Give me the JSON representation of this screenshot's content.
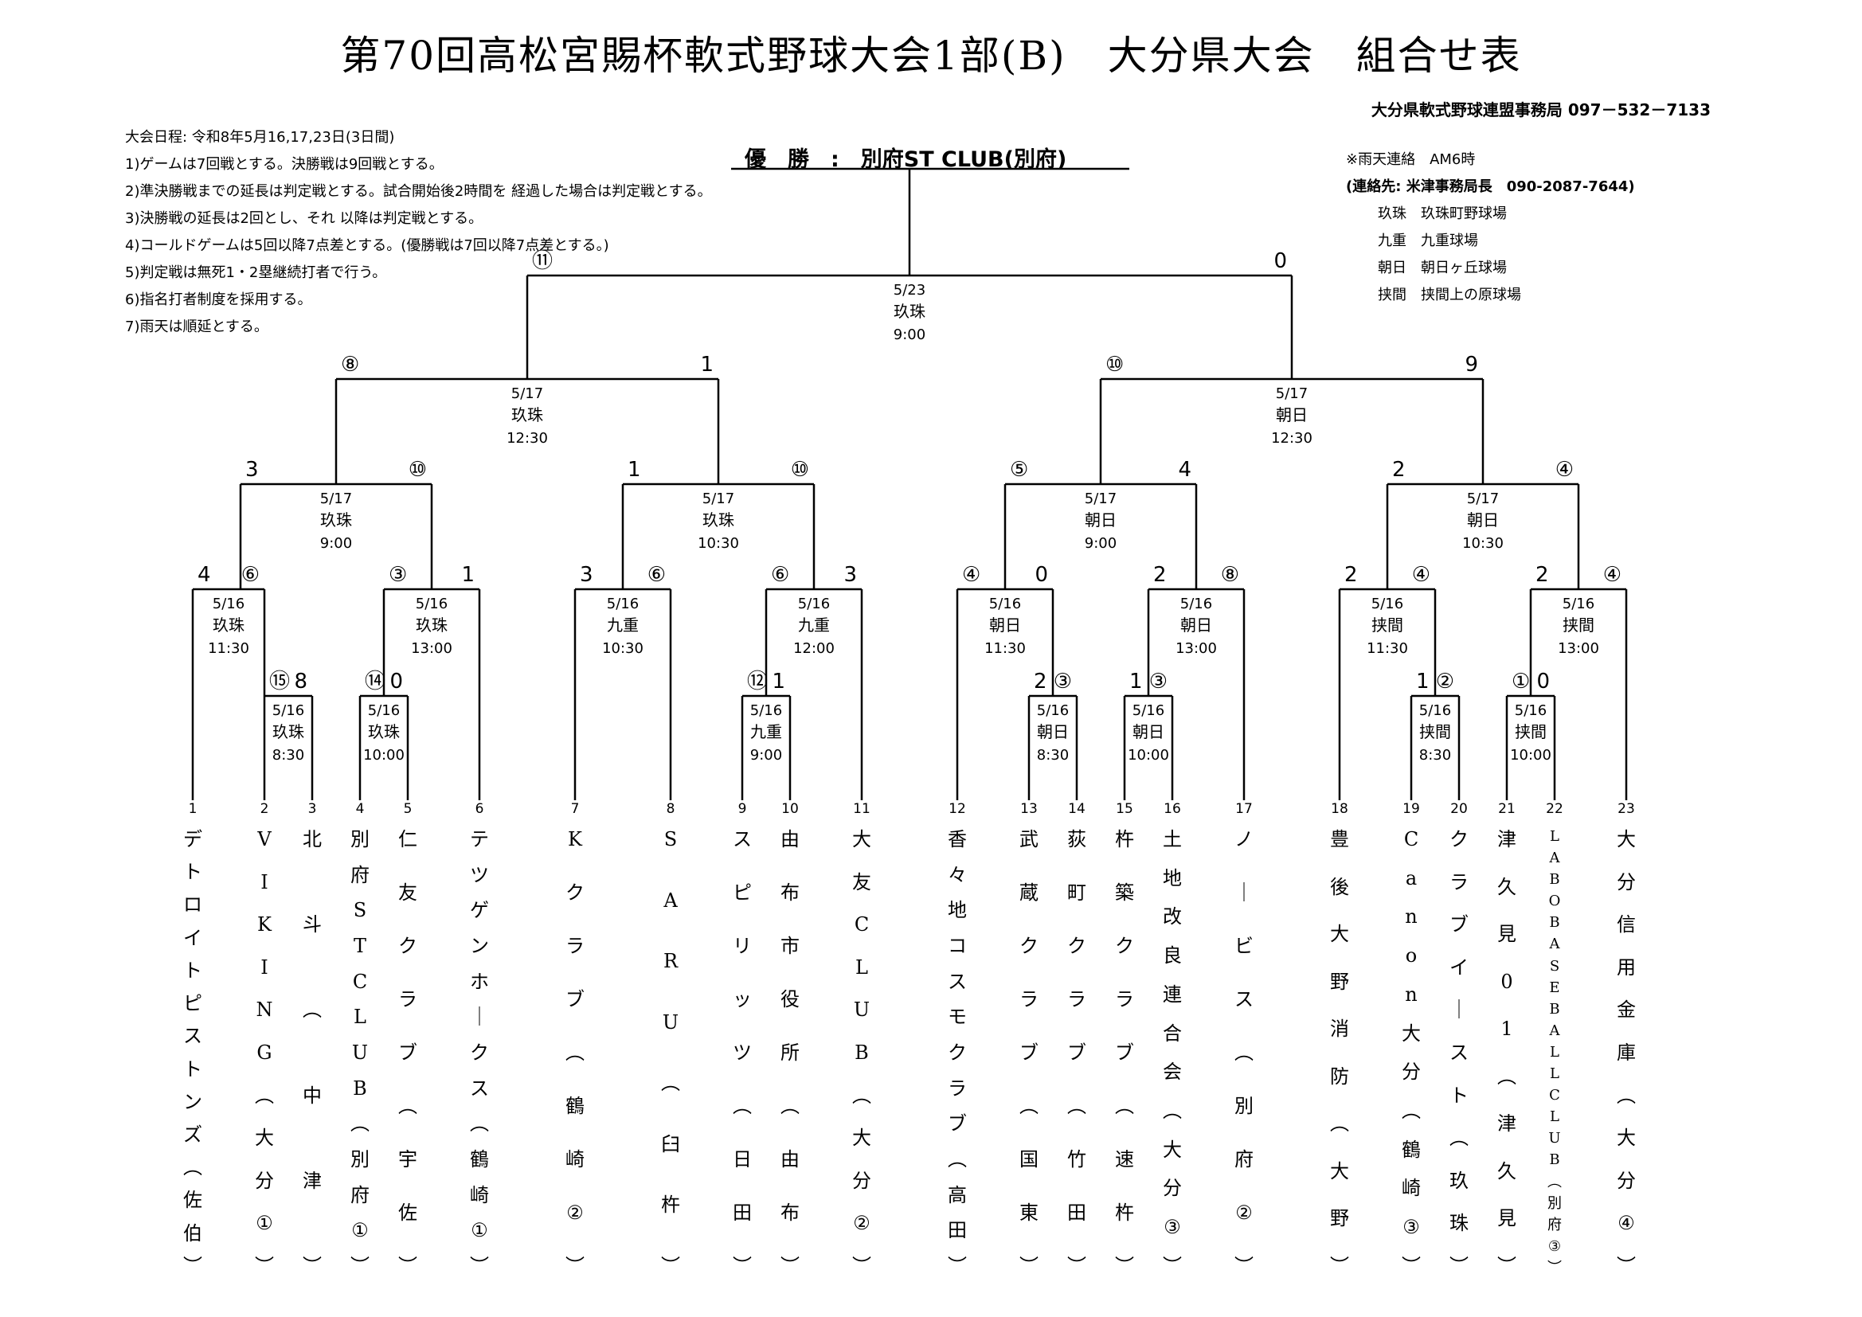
{
  "header": {
    "title": "第70回高松宮賜杯軟式野球大会1部(B)　大分県大会　組合せ表",
    "contact": "大分県軟式野球連盟事務局 097－532－7133"
  },
  "rules": [
    "大会日程: 令和8年5月16,17,23日(3日間)",
    "1)ゲームは7回戦とする。決勝戦は9回戦とする。",
    "2)準決勝戦までの延長は判定戦とする。試合開始後2時間を 経過した場合は判定戦とする。",
    "3)決勝戦の延長は2回とし、それ 以降は判定戦とする。",
    "4)コールドゲームは5回以降7点差とする。(優勝戦は7回以降7点差とする。)",
    "5)判定戦は無死1・2塁継続打者で行う。",
    "6)指名打者制度を採用する。",
    "7)雨天は順延とする。"
  ],
  "rain_contact": {
    "line1": "※雨天連絡　AM6時",
    "line2": "(連絡先: 米津事務局長　090-2087-7644)",
    "venues": [
      "玖珠　玖珠町野球場",
      "九重　九重球場",
      "朝日　朝日ヶ丘球場",
      "挟間　挟間上の原球場"
    ]
  },
  "champion": "優　勝　:　別府ST CLUB(別府)",
  "teams": [
    {
      "num": "1",
      "chars": [
        "デ",
        "ト",
        "ロ",
        "イ",
        "ト",
        "ピ",
        "ス",
        "ト",
        "ン",
        "ズ",
        "(",
        "佐",
        "伯",
        ")"
      ]
    },
    {
      "num": "2",
      "chars": [
        "V",
        "I",
        "K",
        "I",
        "N",
        "G",
        "(",
        "大",
        "分",
        "①",
        ")"
      ]
    },
    {
      "num": "3",
      "chars": [
        "北",
        "斗",
        "(",
        "中",
        "津",
        ")"
      ]
    },
    {
      "num": "4",
      "chars": [
        "別",
        "府",
        "S",
        "T",
        "C",
        "L",
        "U",
        "B",
        "(",
        "別",
        "府",
        "①",
        ")"
      ]
    },
    {
      "num": "5",
      "chars": [
        "仁",
        "友",
        "ク",
        "ラ",
        "ブ",
        "(",
        "宇",
        "佐",
        ")"
      ]
    },
    {
      "num": "6",
      "chars": [
        "テ",
        "ツ",
        "ゲ",
        "ン",
        "ホ",
        "ー",
        "ク",
        "ス",
        "(",
        "鶴",
        "崎",
        "①",
        ")"
      ]
    },
    {
      "num": "7",
      "chars": [
        "K",
        "ク",
        "ラ",
        "ブ",
        "(",
        "鶴",
        "崎",
        "②",
        ")"
      ]
    },
    {
      "num": "8",
      "chars": [
        "S",
        "A",
        "R",
        "U",
        "(",
        "臼",
        "杵",
        ")"
      ]
    },
    {
      "num": "9",
      "chars": [
        "ス",
        "ピ",
        "リ",
        "ッ",
        "ツ",
        "(",
        "日",
        "田",
        ")"
      ]
    },
    {
      "num": "10",
      "chars": [
        "由",
        "布",
        "市",
        "役",
        "所",
        "(",
        "由",
        "布",
        ")"
      ]
    },
    {
      "num": "11",
      "chars": [
        "大",
        "友",
        "C",
        "L",
        "U",
        "B",
        "(",
        "大",
        "分",
        "②",
        ")"
      ]
    },
    {
      "num": "12",
      "chars": [
        "香",
        "々",
        "地",
        "コ",
        "ス",
        "モ",
        "ク",
        "ラ",
        "ブ",
        "(",
        "高",
        "田",
        ")"
      ]
    },
    {
      "num": "13",
      "chars": [
        "武",
        "蔵",
        "ク",
        "ラ",
        "ブ",
        "(",
        "国",
        "東",
        ")"
      ]
    },
    {
      "num": "14",
      "chars": [
        "荻",
        "町",
        "ク",
        "ラ",
        "ブ",
        "(",
        "竹",
        "田",
        ")"
      ]
    },
    {
      "num": "15",
      "chars": [
        "杵",
        "築",
        "ク",
        "ラ",
        "ブ",
        "(",
        "速",
        "杵",
        ")"
      ]
    },
    {
      "num": "16",
      "chars": [
        "土",
        "地",
        "改",
        "良",
        "連",
        "合",
        "会",
        "(",
        "大",
        "分",
        "③",
        ")"
      ]
    },
    {
      "num": "17",
      "chars": [
        "ノ",
        "ー",
        "ビ",
        "ス",
        "(",
        "別",
        "府",
        "②",
        ")"
      ]
    },
    {
      "num": "18",
      "chars": [
        "豊",
        "後",
        "大",
        "野",
        "消",
        "防",
        "(",
        "大",
        "野",
        ")"
      ]
    },
    {
      "num": "19",
      "chars": [
        "C",
        "a",
        "n",
        "o",
        "n",
        "大",
        "分",
        "(",
        "鶴",
        "崎",
        "③",
        ")"
      ]
    },
    {
      "num": "20",
      "chars": [
        "ク",
        "ラ",
        "ブ",
        "イ",
        "ー",
        "ス",
        "ト",
        "(",
        "玖",
        "珠",
        ")"
      ]
    },
    {
      "num": "21",
      "chars": [
        "津",
        "久",
        "見",
        "0",
        "1",
        "(",
        "津",
        "久",
        "見",
        ")"
      ]
    },
    {
      "num": "22",
      "chars": [
        "L",
        "A",
        "B",
        "O",
        "B",
        "A",
        "S",
        "E",
        "B",
        "A",
        "L",
        "L",
        "C",
        "L",
        "U",
        "B",
        "(",
        "別",
        "府",
        "③",
        ")"
      ]
    },
    {
      "num": "23",
      "chars": [
        "大",
        "分",
        "信",
        "用",
        "金",
        "庫",
        "(",
        "大",
        "分",
        "④",
        ")"
      ]
    }
  ],
  "games": {
    "g1": {
      "date": "5/16",
      "venue": "玖珠",
      "time": "8:30",
      "score_left": "⑮",
      "score_right": "8"
    },
    "g2": {
      "date": "5/16",
      "venue": "玖珠",
      "time": "10:00",
      "score_left": "⑭",
      "score_right": "0"
    },
    "g3": {
      "date": "5/16",
      "venue": "九重",
      "time": "9:00",
      "score_left": "⑫",
      "score_right": "1"
    },
    "g4": {
      "date": "5/16",
      "venue": "朝日",
      "time": "8:30",
      "score_left": "2",
      "score_right": "③"
    },
    "g5": {
      "date": "5/16",
      "venue": "朝日",
      "time": "10:00",
      "score_left": "1",
      "score_right": "③"
    },
    "g6": {
      "date": "5/16",
      "venue": "挟間",
      "time": "8:30",
      "score_left": "1",
      "score_right": "②"
    },
    "g7": {
      "date": "5/16",
      "venue": "挟間",
      "time": "10:00",
      "score_left": "①",
      "score_right": "0"
    },
    "g8": {
      "date": "5/16",
      "venue": "玖珠",
      "time": "11:30",
      "score_left": "4",
      "score_right": "⑥"
    },
    "g9": {
      "date": "5/16",
      "venue": "玖珠",
      "time": "13:00",
      "score_left": "③",
      "score_right": "1"
    },
    "g10": {
      "date": "5/16",
      "venue": "九重",
      "time": "10:30",
      "score_left": "3",
      "score_right": "⑥"
    },
    "g11": {
      "date": "5/16",
      "venue": "九重",
      "time": "12:00",
      "score_left": "⑥",
      "score_right": "3"
    },
    "g12": {
      "date": "5/16",
      "venue": "朝日",
      "time": "11:30",
      "score_left": "④",
      "score_right": "0"
    },
    "g13": {
      "date": "5/16",
      "venue": "朝日",
      "time": "13:00",
      "score_left": "2",
      "score_right": "⑧"
    },
    "g14": {
      "date": "5/16",
      "venue": "挟間",
      "time": "11:30",
      "score_left": "2",
      "score_right": "④"
    },
    "g15": {
      "date": "5/16",
      "venue": "挟間",
      "time": "13:00",
      "score_left": "2",
      "score_right": "④"
    },
    "g16": {
      "date": "5/17",
      "venue": "玖珠",
      "time": "9:00",
      "score_left": "3",
      "score_right": "⑩"
    },
    "g17": {
      "date": "5/17",
      "venue": "玖珠",
      "time": "10:30",
      "score_left": "1",
      "score_right": "⑩"
    },
    "g18": {
      "date": "5/17",
      "venue": "朝日",
      "time": "9:00",
      "score_left": "⑤",
      "score_right": "4"
    },
    "g19": {
      "date": "5/17",
      "venue": "朝日",
      "time": "10:30",
      "score_left": "2",
      "score_right": "④"
    },
    "g20": {
      "date": "5/17",
      "venue": "玖珠",
      "time": "12:30",
      "score_left": "⑧",
      "score_right": "1"
    },
    "g21": {
      "date": "5/17",
      "venue": "朝日",
      "time": "12:30",
      "score_left": "⑩",
      "score_right": "9"
    },
    "g22": {
      "date": "5/23",
      "venue": "玖珠",
      "time": "9:00",
      "score_left": "⑪",
      "score_right": "0"
    }
  }
}
